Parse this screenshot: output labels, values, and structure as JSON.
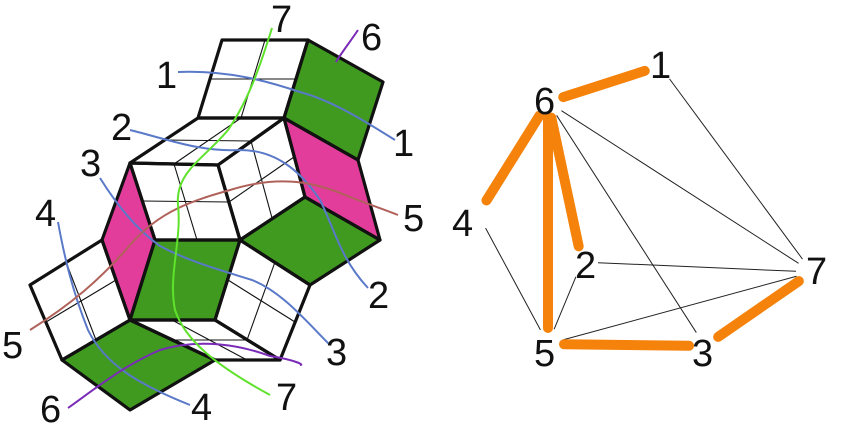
{
  "colors": {
    "green": "#3f9a1f",
    "magenta": "#e23d9b",
    "orange": "#f5820a",
    "strand_blue": "#5a79c8",
    "strand_green": "#5ee22c",
    "strand_red": "#b0625a",
    "strand_purple": "#7a2bb8"
  },
  "tiling": {
    "labels": {
      "l1_left": "1",
      "l1_right": "1",
      "l2_left": "2",
      "l2_right": "2",
      "l3_left": "3",
      "l3_right": "3",
      "l4_left": "4",
      "l4_bottom": "4",
      "l5_left": "5",
      "l5_right": "5",
      "l6_top": "6",
      "l6_bottom": "6",
      "l7_top": "7",
      "l7_bottom": "7"
    }
  },
  "graph": {
    "nodes": [
      {
        "id": "1",
        "label": "1"
      },
      {
        "id": "2",
        "label": "2"
      },
      {
        "id": "3",
        "label": "3"
      },
      {
        "id": "4",
        "label": "4"
      },
      {
        "id": "5",
        "label": "5"
      },
      {
        "id": "6",
        "label": "6"
      },
      {
        "id": "7",
        "label": "7"
      }
    ],
    "edges": [
      {
        "from": "6",
        "to": "1",
        "highlighted": true
      },
      {
        "from": "6",
        "to": "4",
        "highlighted": true
      },
      {
        "from": "6",
        "to": "2",
        "highlighted": true
      },
      {
        "from": "6",
        "to": "5",
        "highlighted": true
      },
      {
        "from": "5",
        "to": "3",
        "highlighted": true
      },
      {
        "from": "3",
        "to": "7",
        "highlighted": true
      },
      {
        "from": "1",
        "to": "7",
        "highlighted": false
      },
      {
        "from": "6",
        "to": "7",
        "highlighted": false
      },
      {
        "from": "6",
        "to": "3",
        "highlighted": false
      },
      {
        "from": "4",
        "to": "5",
        "highlighted": false
      },
      {
        "from": "2",
        "to": "5",
        "highlighted": false
      },
      {
        "from": "2",
        "to": "7",
        "highlighted": false
      },
      {
        "from": "5",
        "to": "7",
        "highlighted": false
      }
    ]
  }
}
